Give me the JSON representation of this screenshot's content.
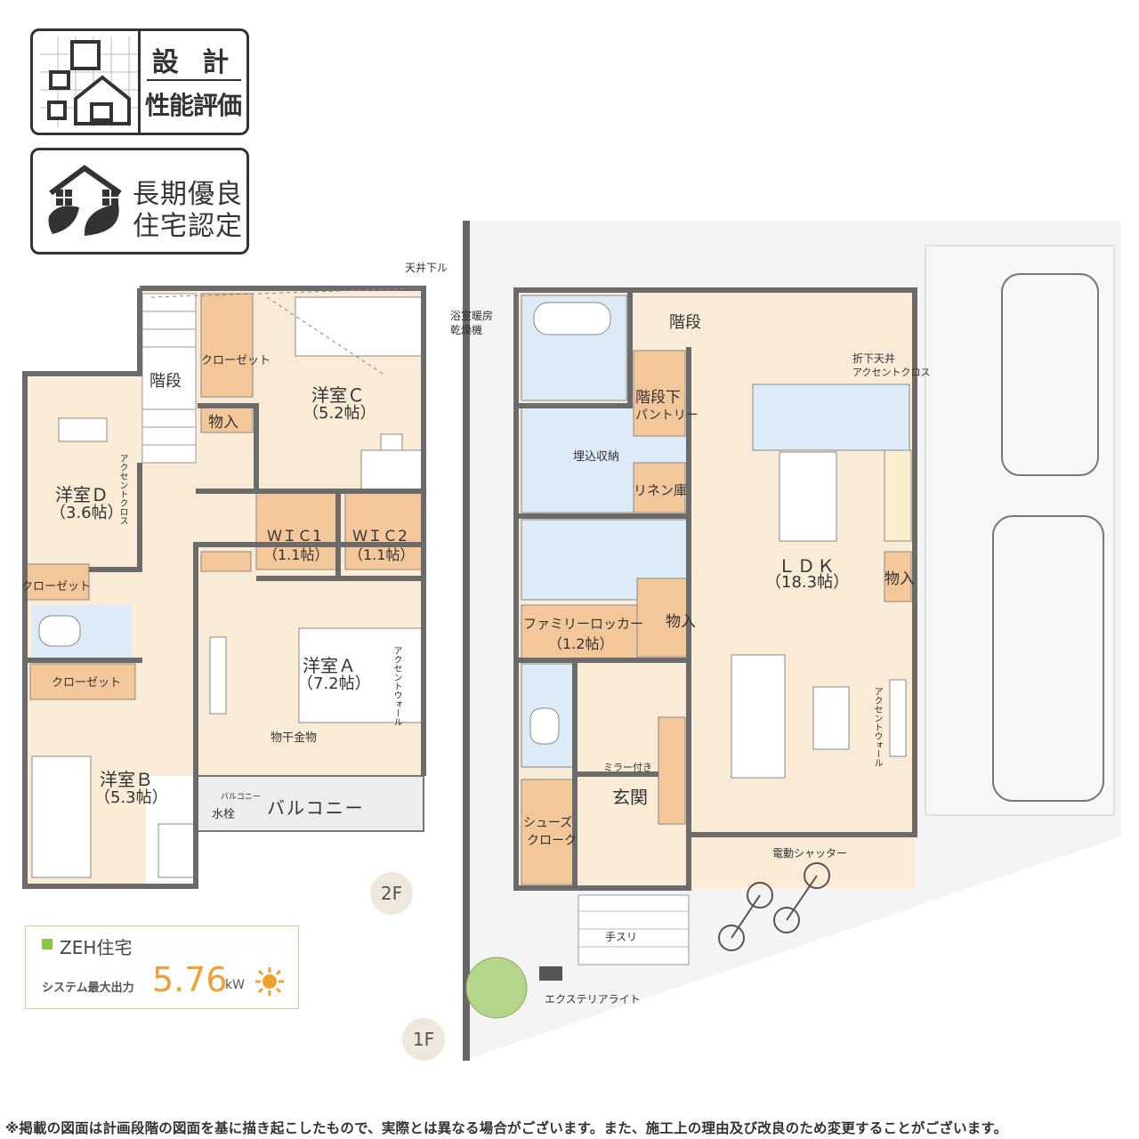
{
  "badges": {
    "performance": {
      "line1": "設 計",
      "line2": "性能評価"
    },
    "longterm": {
      "line1": "長期優良",
      "line2": "住宅認定"
    }
  },
  "floor2": {
    "label": "2F",
    "rooms": {
      "stairs": "階段",
      "closet_c": "クローゼット",
      "storage_c": "物入",
      "room_c": "洋室Ｃ",
      "room_c_size": "（5.2帖）",
      "room_d": "洋室Ｄ",
      "room_d_size": "（3.6帖）",
      "accent_cross_d": "アクセントクロス",
      "closet_d": "クローゼット",
      "wic1": "ＷＩＣ1",
      "wic1_size": "（1.1帖）",
      "wic2": "ＷＩＣ2",
      "wic2_size": "（1.1帖）",
      "room_a": "洋室Ａ",
      "room_a_size": "（7.2帖）",
      "accent_wall_a": "アクセントウォール",
      "drying_hardware": "物干金物",
      "closet_b": "クローゼット",
      "room_b": "洋室Ｂ",
      "room_b_size": "（5.3帖）",
      "balcony_faucet_1": "バルコニー",
      "balcony_faucet_2": "水栓",
      "balcony": "バルコニー",
      "ceiling_down": "天井下ル"
    }
  },
  "floor1": {
    "label": "1F",
    "rooms": {
      "bath_dryer_1": "浴室暖房",
      "bath_dryer_2": "乾燥機",
      "stairs": "階段",
      "pantry_1": "階段下",
      "pantry_2": "パントリー",
      "builtin_storage": "埋込収納",
      "linen": "リネン庫",
      "family_locker": "ファミリーロッカー",
      "family_locker_size": "（1.2帖）",
      "storage_mid": "物入",
      "mirror": "ミラー付き",
      "entrance": "玄関",
      "shoes_1": "シューズ",
      "shoes_2": "クローク",
      "ldk": "ＬＤＫ",
      "ldk_size": "（18.3帖）",
      "storage_ldk": "物入",
      "ceiling_1": "折下天井",
      "ceiling_2": "アクセントクロス",
      "accent_wall": "アクセントウォール",
      "shutter": "電動シャッター",
      "handrail": "手スリ",
      "exterior_light": "エクステリアライト"
    }
  },
  "zeh": {
    "title": "ZEH住宅",
    "output_label": "システム最大出力",
    "output_value": "5.76",
    "output_unit": "kW"
  },
  "disclaimer": "※掲載の図面は計画段階の図面を基に描き起こしたもので、実際とは異なる場合がございます。また、施工上の理由及び改良のため変更することがございます。",
  "colors": {
    "floor": "#faebd6",
    "wet_area": "#dcebf7",
    "storage": "#f4c79a",
    "wall": "#6b6b6b",
    "zeh_green": "#8cc63f",
    "zeh_orange": "#f0a030"
  }
}
